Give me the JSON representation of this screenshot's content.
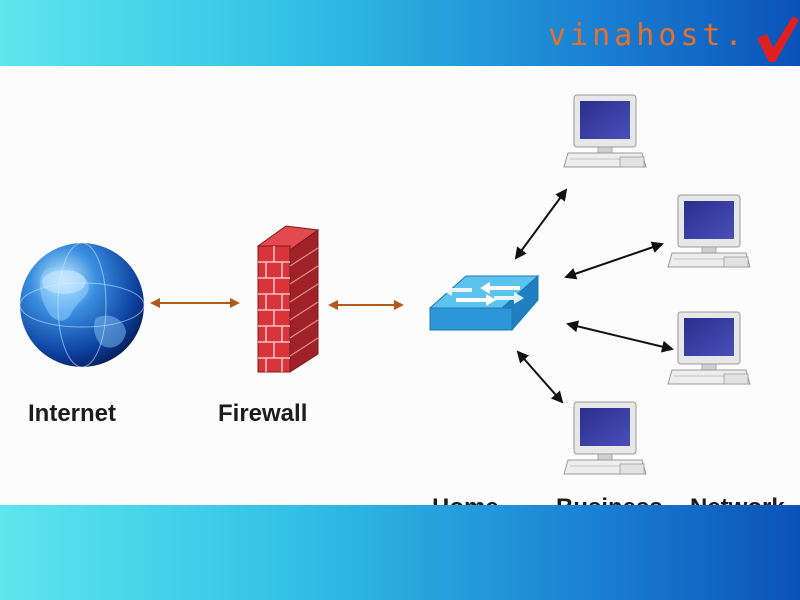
{
  "brand": {
    "name": "vinahost.",
    "accent": "#e8702a",
    "check_color": "#e02020"
  },
  "labels": {
    "internet": "Internet",
    "firewall": "Firewall"
  },
  "cut_off_labels": [
    "Home",
    "Business",
    "Network"
  ],
  "colors": {
    "band_light": "#5ee6ee",
    "band_dark": "#0a52b8",
    "arrow_orange": "#b05a1c",
    "arrow_black": "#111111",
    "switch": "#3aa7dc",
    "brick": "#d8353b"
  },
  "icons": [
    "globe-icon",
    "firewall-brick-wall-icon",
    "network-switch-icon",
    "desktop-computer-icon"
  ]
}
